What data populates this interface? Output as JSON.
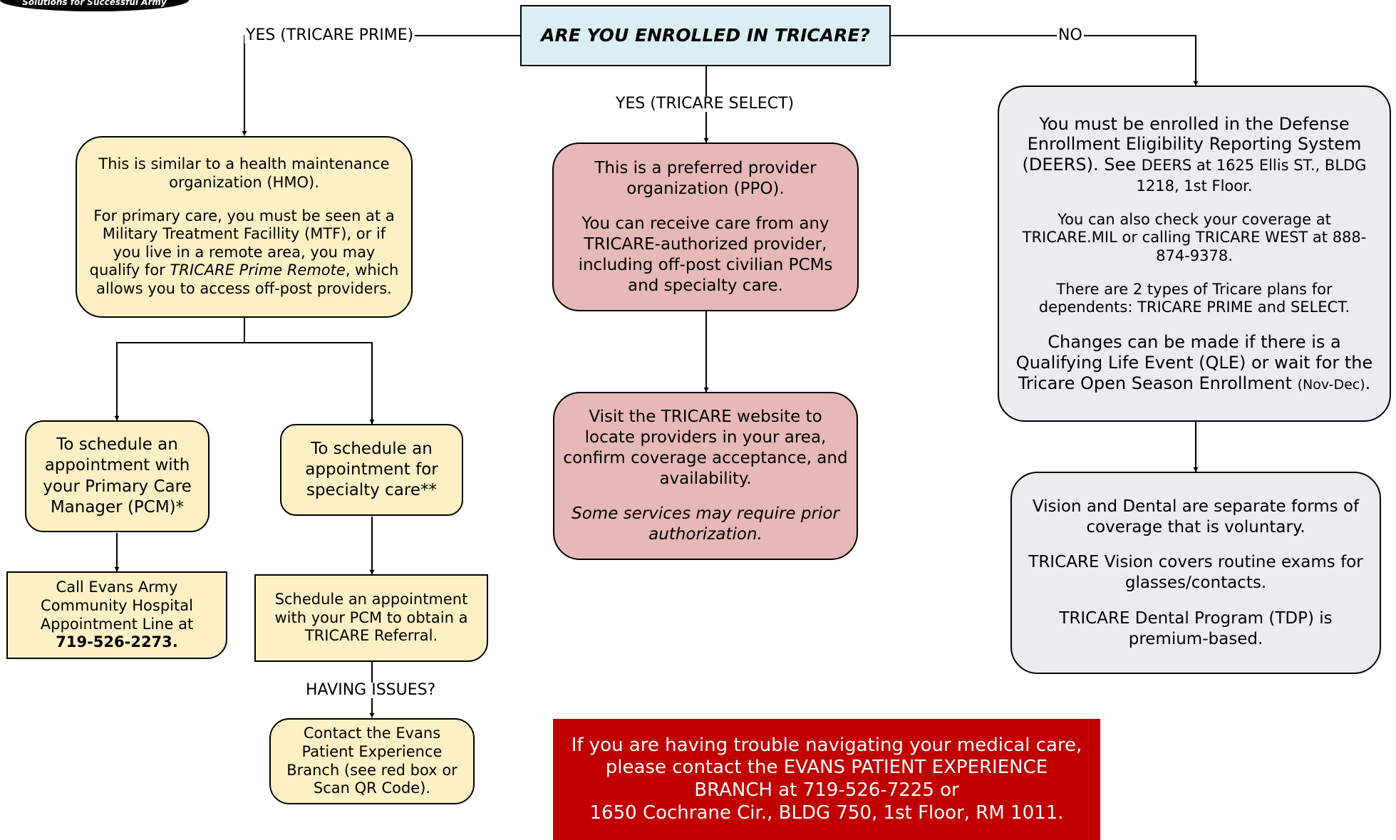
{
  "logo_text": "Solutions for Successful Army",
  "question": "ARE YOU ENROLLED IN TRICARE?",
  "branch_labels": {
    "yes_prime": "YES (TRICARE PRIME)",
    "yes_select": "YES (TRICARE SELECT)",
    "no": "NO",
    "having_issues": "HAVING ISSUES?"
  },
  "prime": {
    "p1": "This is similar to a health maintenance organization (HMO).",
    "p2_a": "For primary care, you must be seen at a Military Treatment Facillity (MTF), or if you live in a remote area, you may qualify for ",
    "p2_em": "TRICARE Prime Remote",
    "p2_b": ", which allows you to access off-post providers."
  },
  "pcm_schedule": "To schedule an appointment with your Primary Care Manager (PCM)*",
  "pcm_call": {
    "text": "Call Evans Army Community Hospital Appointment Line at",
    "phone": "719-526-2273."
  },
  "specialty_schedule": "To schedule an appointment for specialty care**",
  "specialty_referral": "Schedule an appointment with your PCM to obtain a TRICARE Referral.",
  "contact_evans": "Contact the Evans Patient Experience Branch (see red box or Scan QR Code).",
  "select": {
    "p1": "This is a preferred provider organization (PPO).",
    "p2": "You can receive care from any TRICARE-authorized provider, including off-post civilian PCMs and specialty care."
  },
  "select_visit": {
    "p1": "Visit the TRICARE website to locate providers in your area, confirm coverage acceptance, and availability.",
    "p2": "Some services may require prior authorization."
  },
  "no_enrolled": {
    "p1_a": "You must be enrolled in the Defense Enrollment Eligibility Reporting System (DEERS). See ",
    "p1_b": "DEERS at 1625 Ellis ST., BLDG 1218, 1st Floor.",
    "p2": "You can also check your coverage at TRICARE.MIL or calling TRICARE WEST at 888-874-9378.",
    "p3": "There are 2 types of Tricare plans for dependents: TRICARE PRIME and SELECT.",
    "p4_a": "Changes can be made if there is a Qualifying Life Event (QLE) or wait for the Tricare Open Season Enrollment ",
    "p4_b": "(Nov-Dec)",
    "p4_c": "."
  },
  "vision_dental": {
    "p1": "Vision and Dental are separate forms of coverage that is voluntary.",
    "p2": "TRICARE Vision covers routine exams for glasses/contacts.",
    "p3": "TRICARE Dental Program (TDP) is premium-based."
  },
  "red_box": {
    "line1": "If you are having trouble navigating your medical care,",
    "line2": "please contact the EVANS PATIENT EXPERIENCE",
    "line3": "BRANCH at 719-526-7225 or",
    "line4": "1650 Cochrane Cir., BLDG 750, 1st Floor, RM 1011."
  },
  "colors": {
    "question_fill": "#dbeef4",
    "prime_fill": "#fdf0c5",
    "select_fill": "#e6b8b7",
    "no_fill": "#ecebf0",
    "alert_fill": "#c00000"
  }
}
